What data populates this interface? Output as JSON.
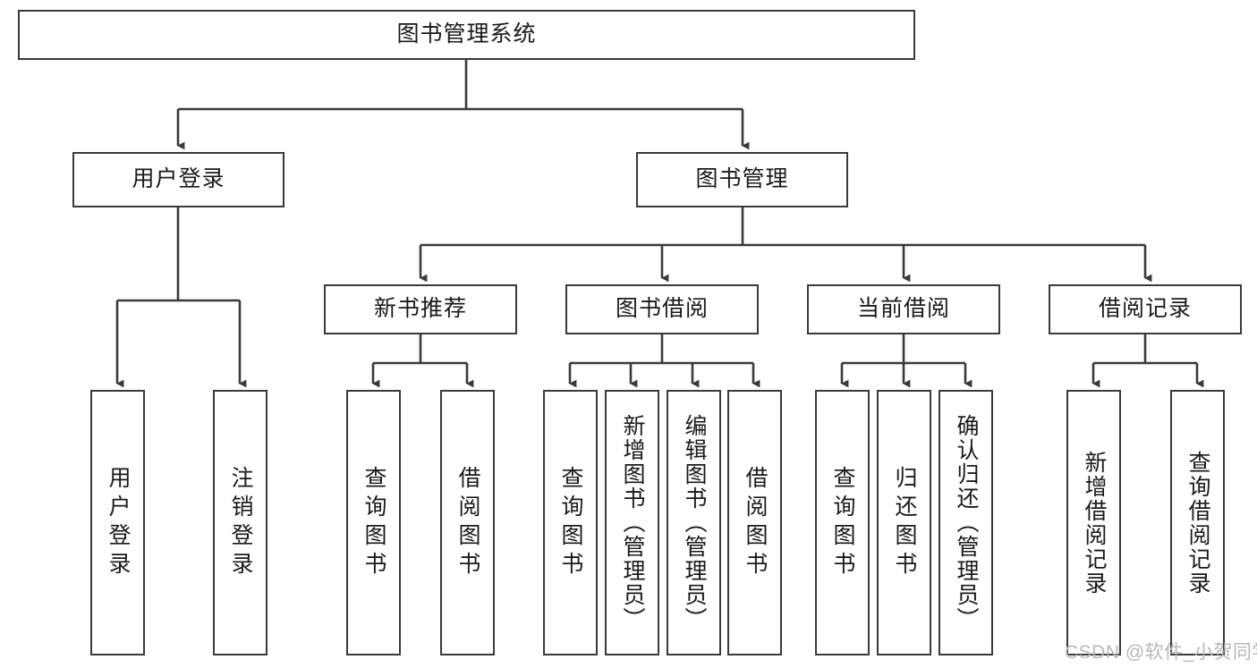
{
  "diagram": {
    "type": "tree-hierarchy",
    "title": "图书管理系统",
    "root": {
      "id": "root",
      "label": "图书管理系统",
      "orientation": "horizontal"
    },
    "level2": [
      {
        "id": "user-login",
        "label": "用户登录",
        "orientation": "horizontal"
      },
      {
        "id": "book-management",
        "label": "图书管理",
        "orientation": "horizontal"
      }
    ],
    "level3": [
      {
        "id": "new-book-recommend",
        "label": "新书推荐",
        "orientation": "horizontal",
        "parent": "book-management"
      },
      {
        "id": "book-borrow",
        "label": "图书借阅",
        "orientation": "horizontal",
        "parent": "book-management"
      },
      {
        "id": "current-borrow",
        "label": "当前借阅",
        "orientation": "horizontal",
        "parent": "book-management"
      },
      {
        "id": "borrow-record",
        "label": "借阅记录",
        "orientation": "horizontal",
        "parent": "book-management"
      }
    ],
    "leaves": [
      {
        "id": "leaf-user-login",
        "label": "用户登录",
        "parent": "user-login",
        "orientation": "vertical"
      },
      {
        "id": "leaf-logout",
        "label": "注销登录",
        "parent": "user-login",
        "orientation": "vertical"
      },
      {
        "id": "leaf-query-book-1",
        "label": "查询图书",
        "parent": "new-book-recommend",
        "orientation": "vertical"
      },
      {
        "id": "leaf-borrow-book-1",
        "label": "借阅图书",
        "parent": "new-book-recommend",
        "orientation": "vertical"
      },
      {
        "id": "leaf-query-book-2",
        "label": "查询图书",
        "parent": "book-borrow",
        "orientation": "vertical"
      },
      {
        "id": "leaf-add-book",
        "label": "新增图书（管理员）",
        "parent": "book-borrow",
        "orientation": "vertical"
      },
      {
        "id": "leaf-edit-book",
        "label": "编辑图书（管理员）",
        "parent": "book-borrow",
        "orientation": "vertical"
      },
      {
        "id": "leaf-borrow-book-2",
        "label": "借阅图书",
        "parent": "book-borrow",
        "orientation": "vertical"
      },
      {
        "id": "leaf-query-book-3",
        "label": "查询图书",
        "parent": "current-borrow",
        "orientation": "vertical"
      },
      {
        "id": "leaf-return-book",
        "label": "归还图书",
        "parent": "current-borrow",
        "orientation": "vertical"
      },
      {
        "id": "leaf-confirm-return",
        "label": "确认归还（管理员）",
        "parent": "current-borrow",
        "orientation": "vertical"
      },
      {
        "id": "leaf-add-record",
        "label": "新增借阅记录",
        "parent": "borrow-record",
        "orientation": "vertical"
      },
      {
        "id": "leaf-query-record",
        "label": "查询借阅记录",
        "parent": "borrow-record",
        "orientation": "vertical"
      }
    ],
    "watermark": "CSDN @软件_小贺同学",
    "colors": {
      "stroke": "#3a3a3a",
      "fill": "#ffffff",
      "text": "#1a1a1a",
      "watermark": "#b9b9b9"
    }
  }
}
